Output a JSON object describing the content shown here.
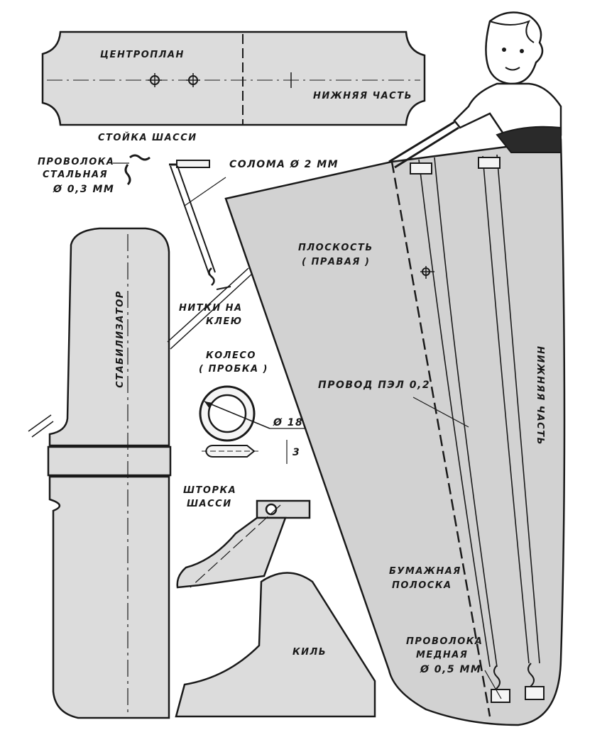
{
  "labels": {
    "centroplan": "ЦЕНТРОПЛАН",
    "lower_part_top": "НИЖНЯЯ ЧАСТЬ",
    "gear_strut": "СТОЙКА ШАССИ",
    "steel_wire_1": "ПРОВОЛОКА",
    "steel_wire_2": "СТАЛЬНАЯ",
    "steel_wire_3": "Ø 0,3 ММ",
    "straw": "СОЛОМА Ø 2 ММ",
    "plane_1": "ПЛОСКОСТЬ",
    "plane_2": "( ПРАВАЯ )",
    "threads_1": "НИТКИ НА",
    "threads_2": "КЛЕЮ",
    "stabilizer": "СТАБИЛИЗАТОР",
    "wheel_1": "КОЛЕСО",
    "wheel_2": "( ПРОБКА )",
    "wire_pel": "ПРОВОД  ПЭЛ  0,2",
    "lower_part_wing": "НИЖНЯЯ ЧАСТЬ",
    "dim_18": "Ø 18",
    "dim_3": "3",
    "gear_shield_1": "ШТОРКА",
    "gear_shield_2": "ШАССИ",
    "paper_strip_1": "БУМАЖНАЯ",
    "paper_strip_2": "ПОЛОСКА",
    "copper_wire_1": "ПРОВОЛОКА",
    "copper_wire_2": "МЕДНАЯ",
    "copper_wire_3": "Ø 0,5 ММ",
    "fin": "КИЛЬ"
  },
  "colors": {
    "paper": "#ffffff",
    "part_fill": "#dcdcdc",
    "wing_fill": "#d2d2d2",
    "ink": "#1a1a1a"
  }
}
